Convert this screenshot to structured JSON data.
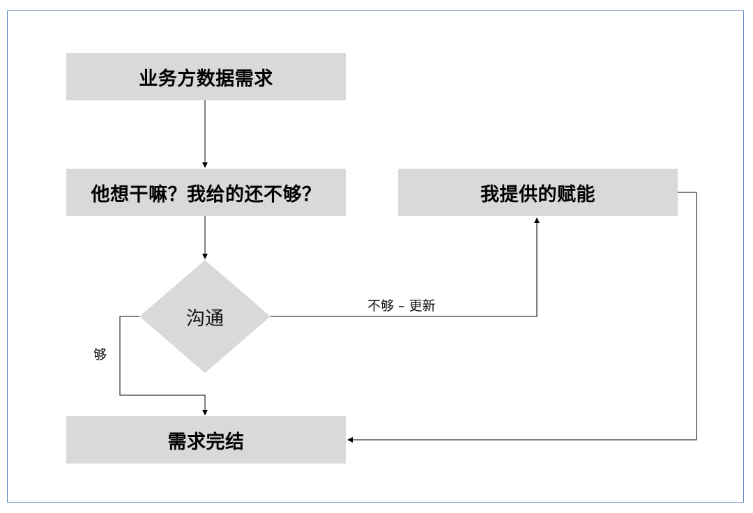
{
  "nodes": {
    "request": "业务方数据需求",
    "question": "他想干嘛？我给的还不够？",
    "communicate": "沟通",
    "enable": "我提供的赋能",
    "done": "需求完结"
  },
  "edges": {
    "not_enough": "不够 – 更新",
    "enough": "够"
  },
  "colors": {
    "box_fill": "#d9d9d9",
    "frame_border": "#5b7fbe",
    "line": "#000000"
  }
}
